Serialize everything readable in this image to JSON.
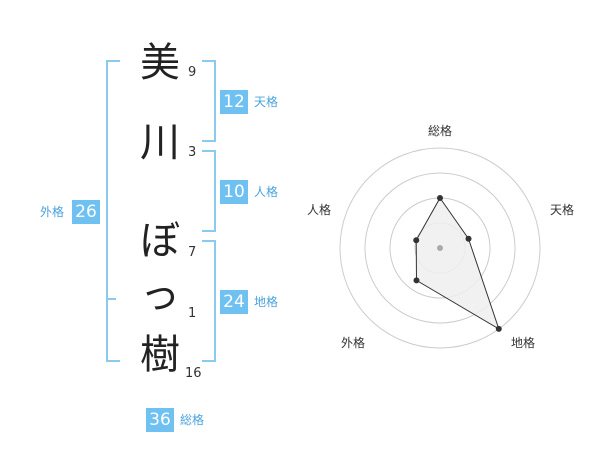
{
  "name": {
    "chars": [
      {
        "char": "美",
        "strokes": "9"
      },
      {
        "char": "川",
        "strokes": "3"
      },
      {
        "char": "ぼ",
        "strokes": "7"
      },
      {
        "char": "っ",
        "strokes": "1"
      },
      {
        "char": "樹",
        "strokes": "16"
      }
    ]
  },
  "fortunes": {
    "tenkaku": {
      "label": "天格",
      "value": "12"
    },
    "jinkaku": {
      "label": "人格",
      "value": "10"
    },
    "chikaku": {
      "label": "地格",
      "value": "24"
    },
    "gaikaku": {
      "label": "外格",
      "value": "26"
    },
    "soukaku": {
      "label": "総格",
      "value": "36"
    }
  },
  "chart_data": {
    "type": "radar",
    "axes": [
      "総格",
      "天格",
      "地格",
      "外格",
      "人格"
    ],
    "values": [
      0.5,
      0.3,
      1.0,
      0.4,
      0.25
    ],
    "rings": 4,
    "colors": {
      "fill": "#eeeeee",
      "stroke": "#333333",
      "grid": "#cccccc"
    }
  },
  "colors": {
    "accent": "#6fc1f2",
    "bracket": "#8cc9ef",
    "label": "#4aa3dd"
  }
}
